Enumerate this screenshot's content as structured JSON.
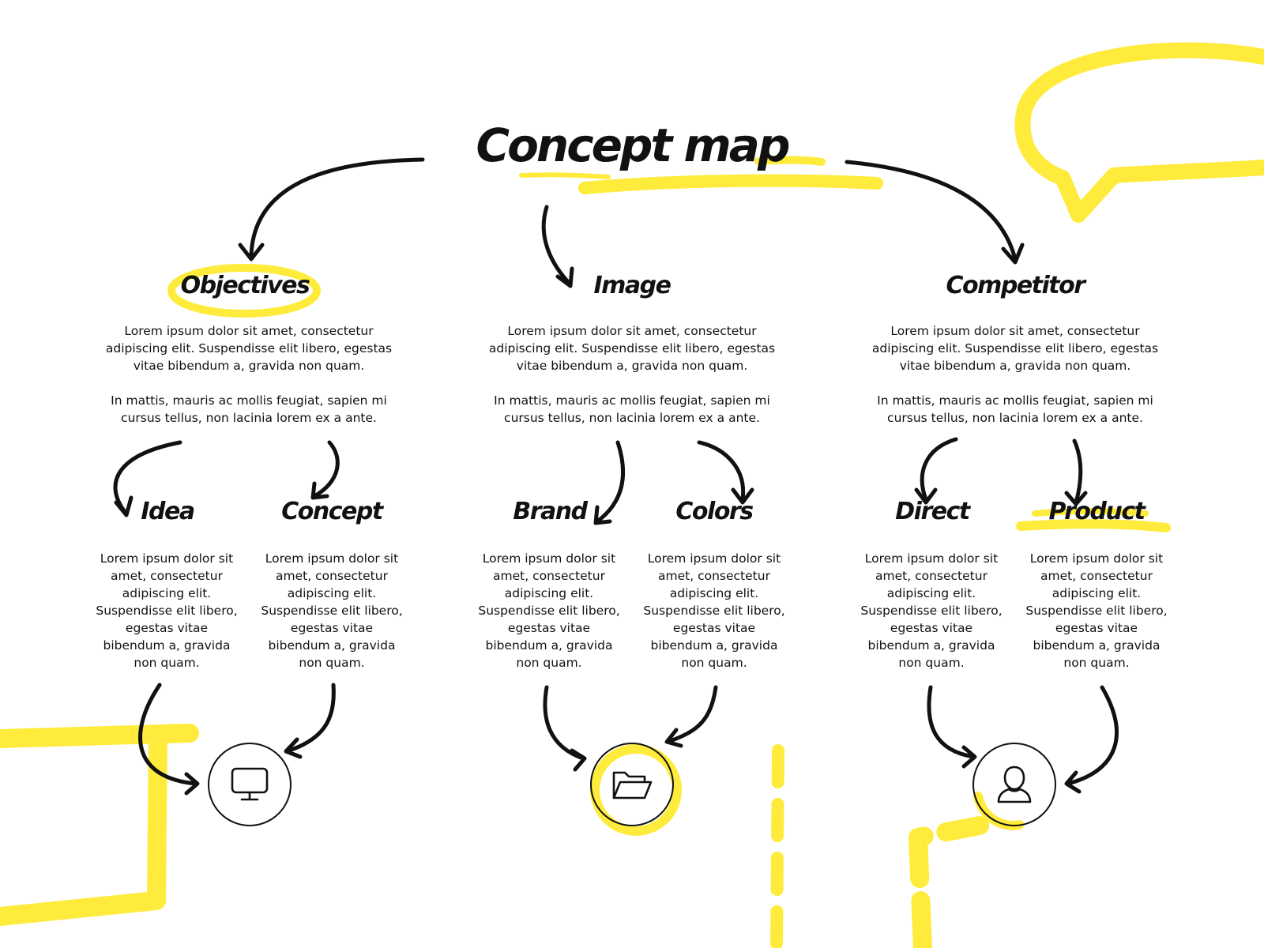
{
  "title": "Concept map",
  "colors": {
    "accent": "#FFEB3B",
    "ink": "#111111",
    "background": "#FFFFFF"
  },
  "branches": [
    {
      "heading": "Objectives",
      "paragraph1": "Lorem ipsum dolor sit amet, consectetur\nadipiscing elit. Suspendisse elit libero, egestas\nvitae bibendum a, gravida non quam.",
      "paragraph2": "In mattis, mauris ac mollis feugiat, sapien mi\ncursus tellus, non lacinia lorem ex a ante.",
      "subs": [
        {
          "heading": "Idea",
          "text": "Lorem ipsum dolor sit\namet, consectetur\nadipiscing elit.\nSuspendisse elit libero,\negestas vitae\nbibendum a, gravida\nnon quam."
        },
        {
          "heading": "Concept",
          "text": "Lorem ipsum dolor sit\namet, consectetur\nadipiscing elit.\nSuspendisse elit libero,\negestas vitae\nbibendum a, gravida\nnon quam."
        }
      ],
      "icon": "monitor-icon"
    },
    {
      "heading": "Image",
      "paragraph1": "Lorem ipsum dolor sit amet, consectetur\nadipiscing elit. Suspendisse elit libero, egestas\nvitae bibendum a, gravida non quam.",
      "paragraph2": "In mattis, mauris ac mollis feugiat, sapien mi\ncursus tellus, non lacinia lorem ex a ante.",
      "subs": [
        {
          "heading": "Brand",
          "text": "Lorem ipsum dolor sit\namet, consectetur\nadipiscing elit.\nSuspendisse elit libero,\negestas vitae\nbibendum a, gravida\nnon quam."
        },
        {
          "heading": "Colors",
          "text": "Lorem ipsum dolor sit\namet, consectetur\nadipiscing elit.\nSuspendisse elit libero,\negestas vitae\nbibendum a, gravida\nnon quam."
        }
      ],
      "icon": "folder-icon"
    },
    {
      "heading": "Competitor",
      "paragraph1": "Lorem ipsum dolor sit amet, consectetur\nadipiscing elit. Suspendisse elit libero, egestas\nvitae bibendum a, gravida non quam.",
      "paragraph2": "In mattis, mauris ac mollis feugiat, sapien mi\ncursus tellus, non lacinia lorem ex a ante.",
      "subs": [
        {
          "heading": "Direct",
          "text": "Lorem ipsum dolor sit\namet, consectetur\nadipiscing elit.\nSuspendisse elit libero,\negestas vitae\nbibendum a, gravida\nnon quam."
        },
        {
          "heading": "Product",
          "text": "Lorem ipsum dolor sit\namet, consectetur\nadipiscing elit.\nSuspendisse elit libero,\negestas vitae\nbibendum a, gravida\nnon quam."
        }
      ],
      "icon": "user-icon"
    }
  ]
}
